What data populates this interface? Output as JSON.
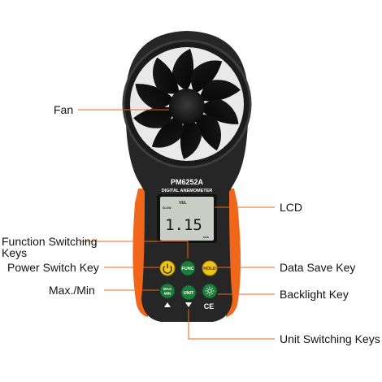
{
  "device": {
    "model": "PM6252A",
    "subtitle": "DIGITAL ANEMOMETER",
    "lcd": {
      "mode": "VEL",
      "flag": "SLOW",
      "value": "1.15",
      "unit": "m/s"
    },
    "buttons": {
      "power_icon": "power-icon",
      "func": "FUNC",
      "hold": "HOLD",
      "maxmin_top": "MAX",
      "maxmin_bottom": "MIN",
      "unit": "UNIT",
      "backlight_icon": "sun-icon"
    },
    "ce_mark": "CE",
    "colors": {
      "housing_dark": "#262626",
      "housing_orange": "#f0661a",
      "lcd_bg": "#c9cdc6",
      "button_green": "#1f7d3b",
      "button_yellow": "#f2c417"
    }
  },
  "callouts": {
    "fan": "Fan",
    "lcd": "LCD",
    "function_line1": "Function Switching",
    "function_line2": "Keys",
    "power": "Power Switch Key",
    "data_save": "Data Save Key",
    "maxmin": "Max./Min",
    "backlight": "Backlight Key",
    "unit_keys": "Unit Switching Keys"
  }
}
